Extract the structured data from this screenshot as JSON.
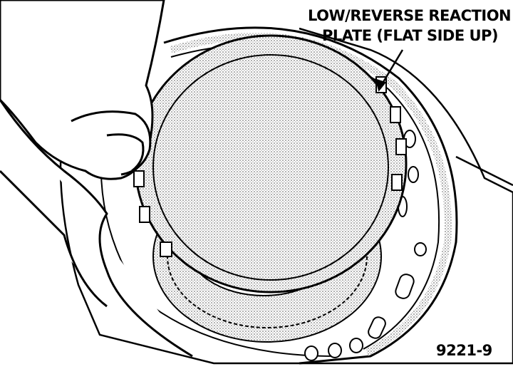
{
  "callout": {
    "line1": "LOW/REVERSE REACTION",
    "line2": "PLATE (FLAT SIDE UP)"
  },
  "figure_number": "9221-9",
  "colors": {
    "ink": "#000000",
    "paper": "#ffffff",
    "stipple": "#8a8a8a"
  }
}
